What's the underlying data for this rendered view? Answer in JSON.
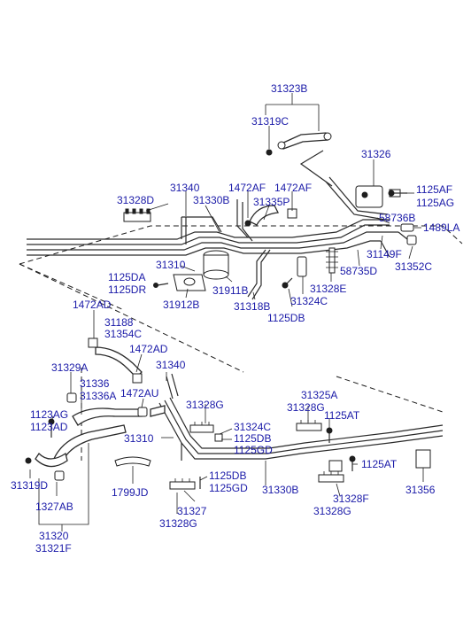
{
  "colors": {
    "label": "#1a1aa8",
    "line": "#1e1e1e",
    "background": "#ffffff"
  },
  "labels": {
    "p31323B": "31323B",
    "p31319C": "31319C",
    "p31326": "31326",
    "p31340_top": "31340",
    "p1472AF_a": "1472AF",
    "p1472AF_b": "1472AF",
    "p31328D": "31328D",
    "p31330B_top": "31330B",
    "p31335P": "31335P",
    "p1125AF": "1125AF",
    "p1125AG": "1125AG",
    "p58736B": "58736B",
    "p1489LA": "1489LA",
    "p31149F": "31149F",
    "p58735D": "58735D",
    "p31352C": "31352C",
    "p31310_top": "31310",
    "p1125DA": "1125DA",
    "p1125DR": "1125DR",
    "p31911B": "31911B",
    "p31328E": "31328E",
    "p31324C_top": "31324C",
    "p31912B": "31912B",
    "p31318B": "31318B",
    "p1125DB_top": "1125DB",
    "p1472AD_a": "1472AD",
    "p31188": "31188",
    "p31354C": "31354C",
    "p1472AD_b": "1472AD",
    "p31340_bot": "31340",
    "p31329A": "31329A",
    "p31336": "31336",
    "p31336A": "31336A",
    "p1472AU": "1472AU",
    "p31325A": "31325A",
    "p31328G_a": "31328G",
    "p31328G_b": "31328G",
    "p1125AT_a": "1125AT",
    "p1123AG": "1123AG",
    "p1123AD": "1123AD",
    "p31324C_bot": "31324C",
    "p1125DB_mid": "1125DB",
    "p1125GD_mid": "1125GD",
    "p31310_bot": "31310",
    "p1125AT_b": "1125AT",
    "p31319D": "31319D",
    "p1799JD": "1799JD",
    "p1125DB_low": "1125DB",
    "p1125GD_low": "1125GD",
    "p31330B_bot": "31330B",
    "p31356": "31356",
    "p31328F": "31328F",
    "p31328G_c": "31328G",
    "p31327": "31327",
    "p31328G_d": "31328G",
    "p1327AB": "1327AB",
    "p31320": "31320",
    "p31321F": "31321F"
  }
}
